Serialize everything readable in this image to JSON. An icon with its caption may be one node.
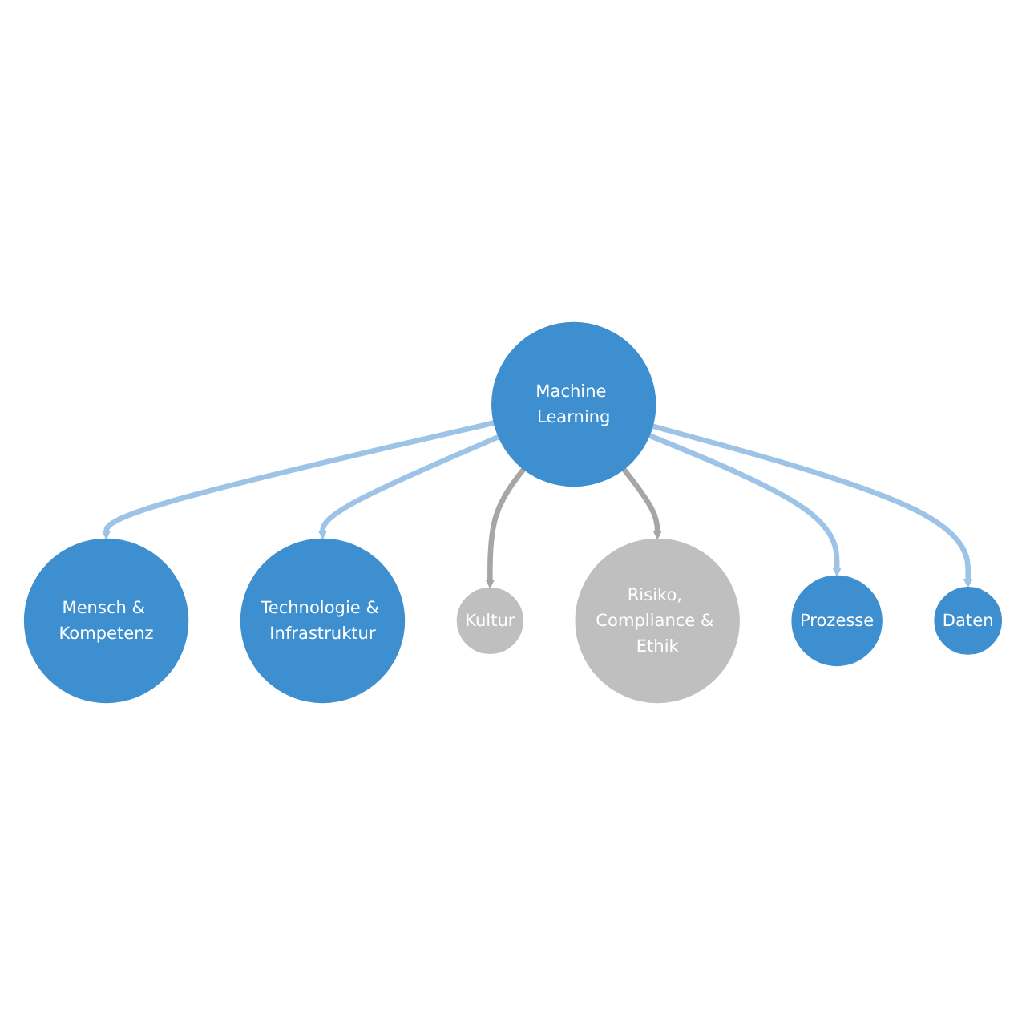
{
  "diagram": {
    "nodes": [
      {
        "text": [
          "Mensch & Kompetenz"
        ]
      },
      {
        "text": [
          "Technologie & Infrastruktur"
        ]
      },
      {
        "text": [
          "Kultur"
        ]
      },
      {
        "text": [
          "Machine Learning"
        ]
      },
      {
        "text": [
          "Risiko, Compliance & Ethik"
        ]
      },
      {
        "text": [
          "Prozesse"
        ]
      },
      {
        "text": [
          "Daten"
        ]
      }
    ],
    "edges": [
      {
        "from": 3,
        "to": 0,
        "arrow": "to"
      },
      {
        "from": 3,
        "to": 1,
        "arrow": "to"
      },
      {
        "from": 3,
        "to": 2,
        "arrow": "to",
        "color": "#a6a6a6"
      },
      {
        "from": 3,
        "to": 4,
        "arrow": "to",
        "color": "#a6a6a6"
      },
      {
        "from": 3,
        "to": 5,
        "arrow": "to"
      },
      {
        "from": 3,
        "to": 6,
        "arrow": "to"
      }
    ]
  }
}
